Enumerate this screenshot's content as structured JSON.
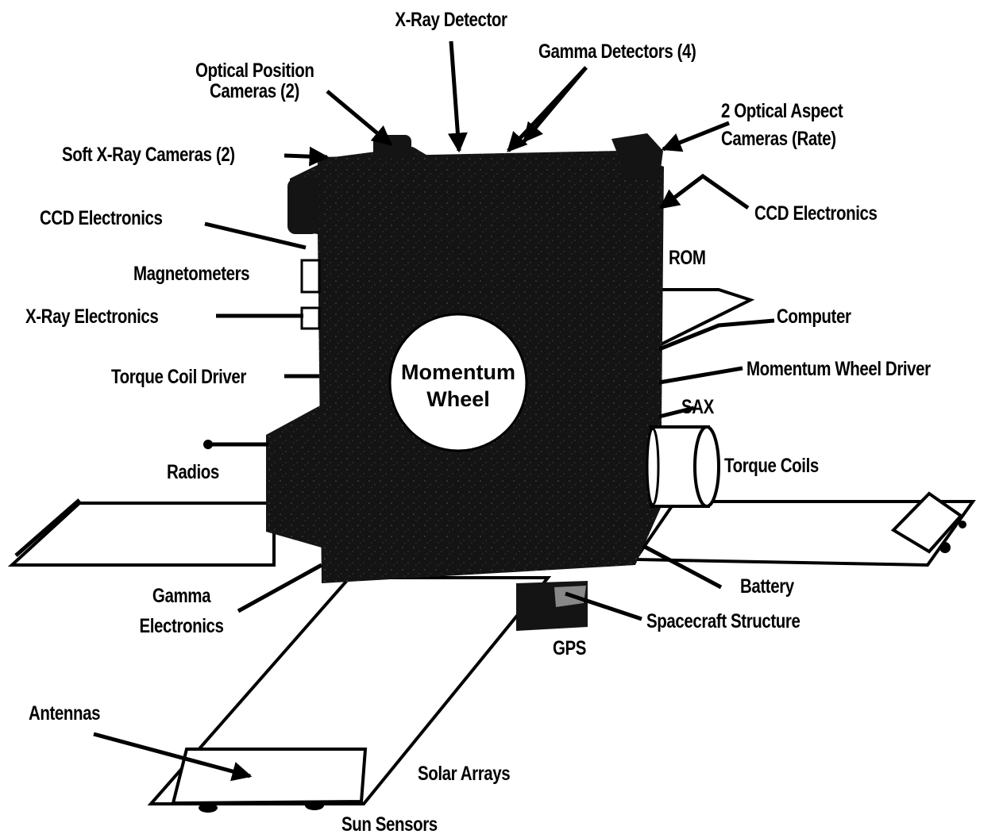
{
  "diagram": {
    "colors": {
      "body": "#141414",
      "line": "#000000",
      "panel": "#ffffff",
      "background": "#ffffff"
    },
    "core_label": {
      "line1": "Momentum",
      "line2": "Wheel"
    },
    "labels": {
      "xray_detector": "X-Ray Detector",
      "gamma_detectors": "Gamma Detectors (4)",
      "optical_position_1": "Optical Position",
      "optical_position_2": "Cameras (2)",
      "optical_aspect_1": "2 Optical Aspect",
      "optical_aspect_2": "Cameras (Rate)",
      "soft_xray": "Soft X-Ray Cameras (2)",
      "ccd_left": "CCD Electronics",
      "ccd_right": "CCD Electronics",
      "magnetometers": "Magnetometers",
      "xray_electronics": "X-Ray Electronics",
      "torque_coil_driver": "Torque Coil Driver",
      "radios": "Radios",
      "rom": "ROM",
      "computer": "Computer",
      "momentum_wheel_driver": "Momentum Wheel Driver",
      "sax": "SAX",
      "torque_coils": "Torque Coils",
      "battery": "Battery",
      "spacecraft_structure": "Spacecraft Structure",
      "gps": "GPS",
      "gamma_electronics_1": "Gamma",
      "gamma_electronics_2": "Electronics",
      "antennas": "Antennas",
      "solar_arrays": "Solar Arrays",
      "sun_sensors": "Sun Sensors"
    }
  }
}
